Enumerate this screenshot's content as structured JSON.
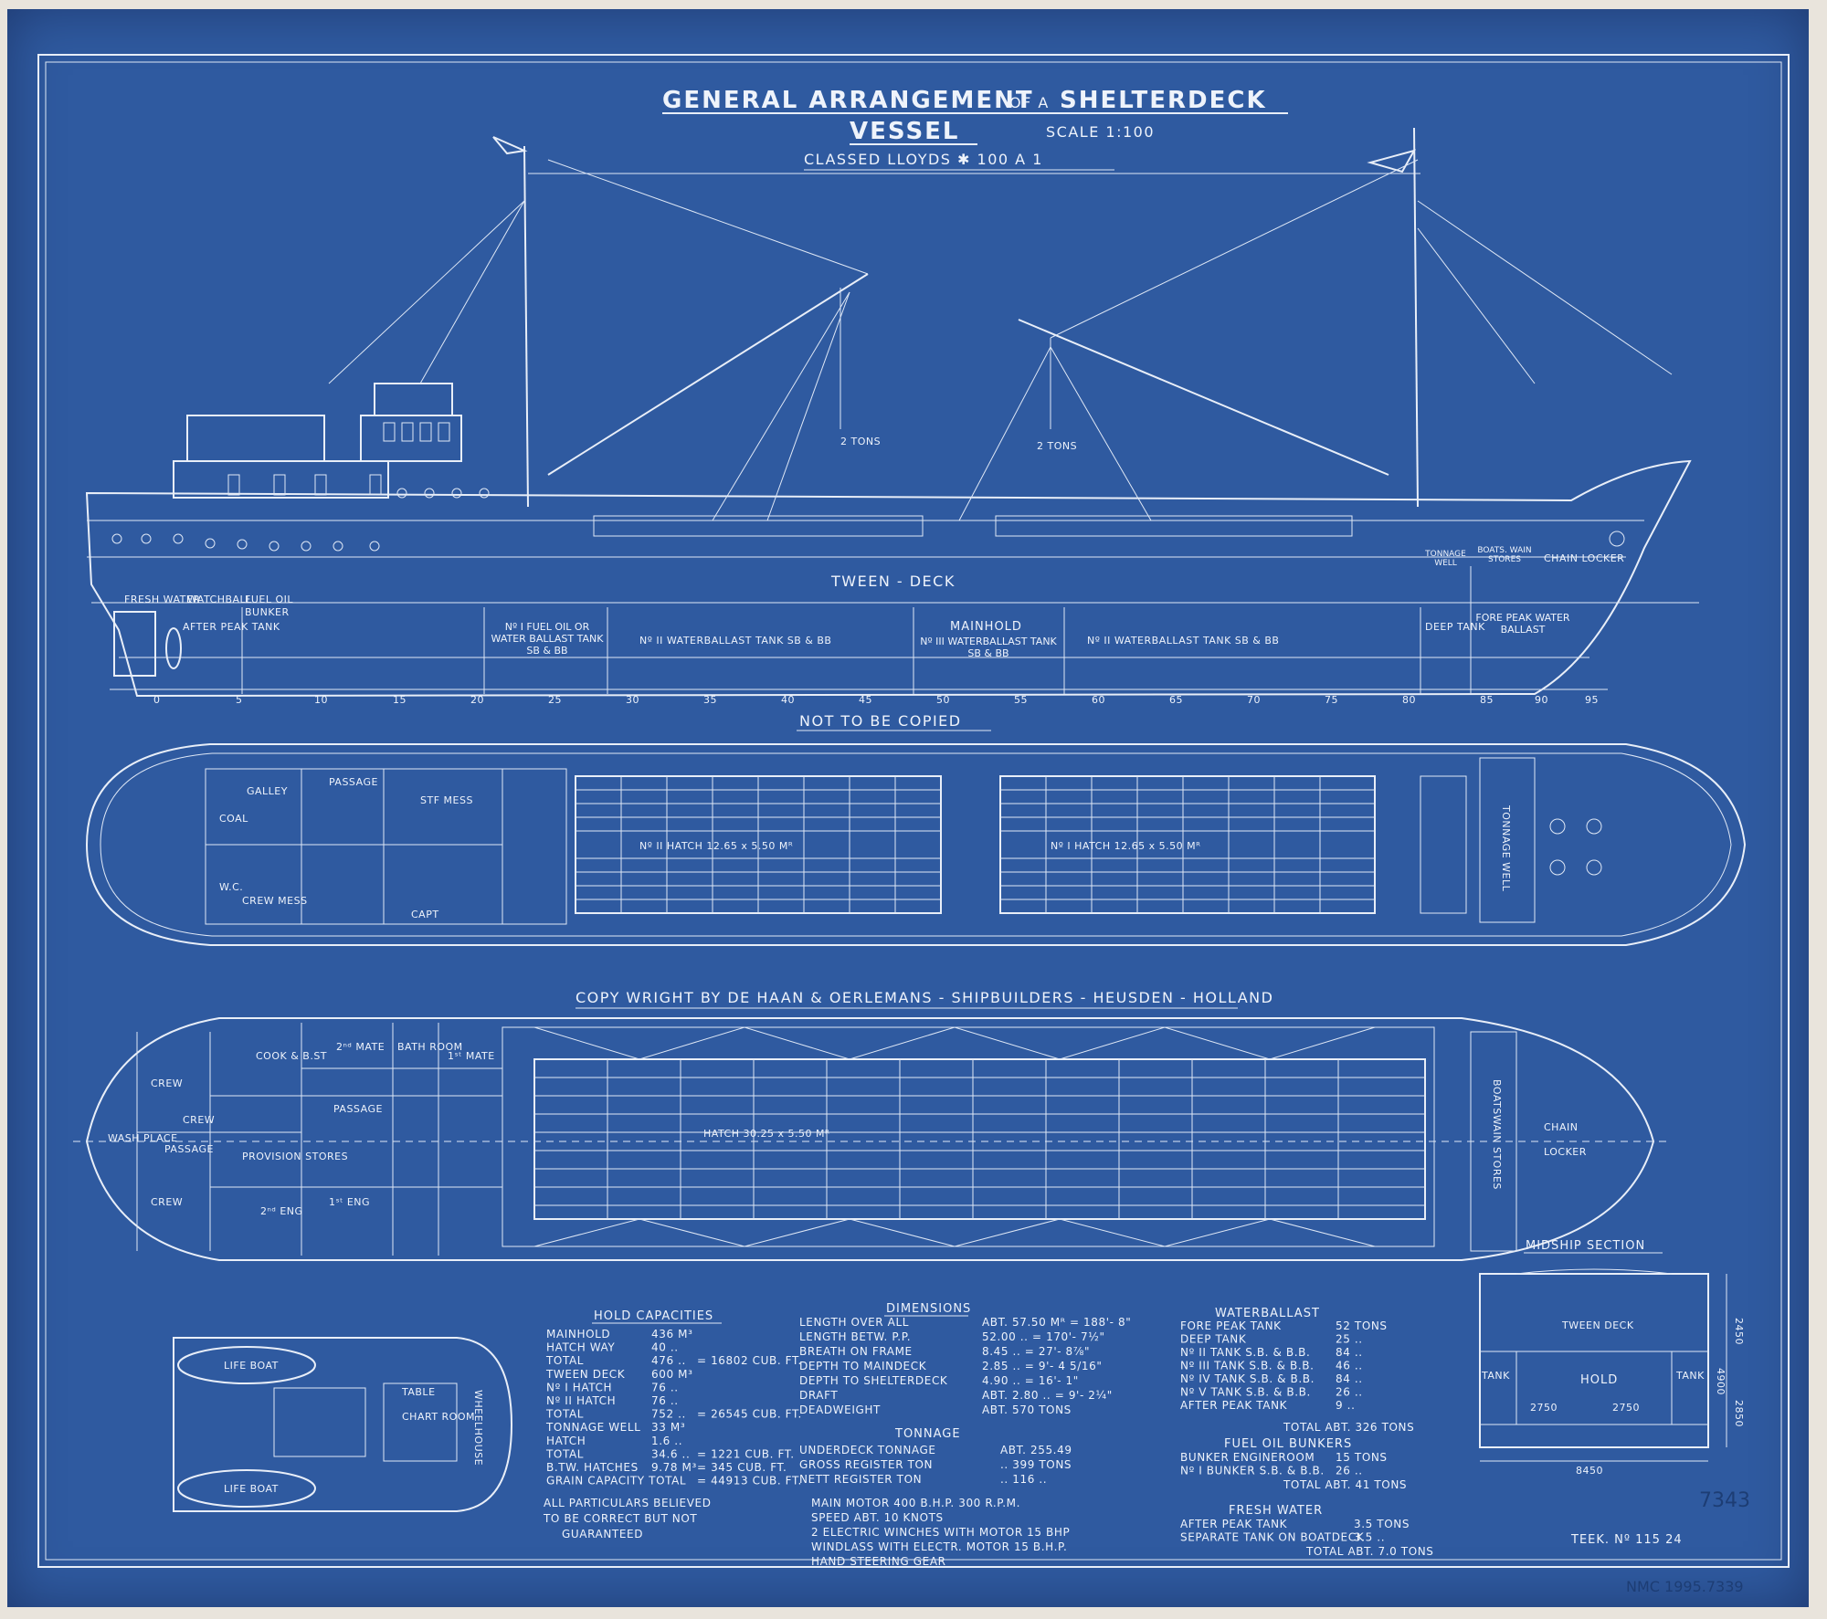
{
  "title": {
    "line1_a": "GENERAL ARRANGEMENT",
    "line1_of": "OF A",
    "line1_b": "SHELTERDECK",
    "line2": "VESSEL",
    "scale": "SCALE 1:100",
    "class": "CLASSED LLOYDS ✱ 100 A 1"
  },
  "notice": "NOT TO BE COPIED",
  "copyright": "COPY WRIGHT BY DE HAAN & OERLEMANS - SHIPBUILDERS - HEUSDEN - HOLLAND",
  "profile": {
    "tons_fwd": "2 TONS",
    "tons_aft": "2 TONS",
    "tween_deck": "TWEEN - DECK",
    "tanks": {
      "fresh_water": "FRESH WATER",
      "watchball": "WATCHBALL",
      "fuel_oil": "FUEL OIL",
      "bunker": "BUNKER",
      "after_peak": "AFTER PEAK TANK",
      "no1_fuel": "Nº I FUEL OIL OR WATER BALLAST TANK SB & BB",
      "no2_ballast": "Nº II WATERBALLAST TANK SB & BB",
      "mainhold": "MAINHOLD",
      "no3_ballast": "Nº III WATERBALLAST TANK SB & BB",
      "no4_ballast": "Nº II WATERBALLAST TANK SB & BB",
      "deep_tank": "DEEP TANK",
      "fore_peak": "FORE PEAK WATER BALLAST",
      "tonnage_well": "TONNAGE WELL",
      "boatswain": "BOATS. WAIN STORES",
      "chain_locker": "CHAIN LOCKER"
    },
    "frames": [
      "0",
      "5",
      "10",
      "15",
      "20",
      "25",
      "30",
      "35",
      "40",
      "45",
      "50",
      "55",
      "60",
      "65",
      "70",
      "75",
      "80",
      "85",
      "90",
      "95"
    ]
  },
  "plan_upper": {
    "hatch2": "Nº II HATCH 12.65 x 5.50 Mᴿ",
    "hatch1": "Nº I HATCH 12.65 x 5.50 Mᴿ",
    "rooms": {
      "coal": "COAL",
      "galley": "GALLEY",
      "passage": "PASSAGE",
      "wc": "W.C.",
      "crew_mess": "CREW MESS",
      "stf_mess": "STF MESS",
      "capt": "CAPT",
      "tonnage_well": "TONNAGE WELL"
    }
  },
  "plan_lower": {
    "hatch": "HATCH 30.25 x 5.50 Mᴿ",
    "rooms": {
      "crew1": "CREW",
      "crew2": "CREW",
      "crew3": "CREW",
      "wash": "WASH PLACE",
      "passage1": "PASSAGE",
      "passage2": "PASSAGE",
      "cook": "COOK & B.ST",
      "mate2": "2ⁿᵈ MATE",
      "bath": "BATH ROOM",
      "mate1": "1ˢᵗ MATE",
      "provision": "PROVISION STORES",
      "eng2": "2ⁿᵈ ENG",
      "eng1": "1ˢᵗ ENG",
      "boatswain": "BOATSWAIN STORES",
      "chain": "CHAIN",
      "locker": "LOCKER"
    }
  },
  "boat_deck": {
    "lifeboat1": "LIFE BOAT",
    "lifeboat2": "LIFE BOAT",
    "chart": "CHART ROOM",
    "wheel": "WHEELHOUSE",
    "table": "TABLE"
  },
  "hold_capacities": {
    "heading": "HOLD CAPACITIES",
    "rows": [
      [
        "MAINHOLD",
        "436 M³",
        ""
      ],
      [
        "HATCH WAY",
        "40 ..",
        ""
      ],
      [
        "TOTAL",
        "476 ..",
        "= 16802 CUB. FT."
      ],
      [
        "TWEEN DECK",
        "600 M³",
        ""
      ],
      [
        "Nº I HATCH",
        "76 ..",
        ""
      ],
      [
        "Nº II HATCH",
        "76 ..",
        ""
      ],
      [
        "TOTAL",
        "752 ..",
        "= 26545 CUB. FT."
      ],
      [
        "TONNAGE WELL",
        "33 M³",
        ""
      ],
      [
        "HATCH",
        "1.6 ..",
        ""
      ],
      [
        "TOTAL",
        "34.6 ..",
        "= 1221 CUB. FT."
      ],
      [
        "B.TW. HATCHES",
        "9.78 M³",
        "= 345 CUB. FT."
      ],
      [
        "GRAIN CAPACITY TOTAL",
        "",
        "= 44913 CUB. FT."
      ]
    ],
    "note1": "ALL PARTICULARS BELIEVED",
    "note2": "TO BE CORRECT BUT NOT",
    "note3": "GUARANTEED"
  },
  "dimensions": {
    "heading": "DIMENSIONS",
    "rows": [
      [
        "LENGTH OVER ALL",
        "ABT. 57.50 Mᴿ = 188'- 8\""
      ],
      [
        "LENGTH BETW. P.P.",
        "52.00 .. = 170'- 7½\""
      ],
      [
        "BREATH ON FRAME",
        "8.45 .. = 27'- 8⅞\""
      ],
      [
        "DEPTH TO MAINDECK",
        "2.85 .. = 9'- 4 5/16\""
      ],
      [
        "DEPTH TO SHELTERDECK",
        "4.90 .. = 16'- 1\""
      ],
      [
        "DRAFT",
        "ABT. 2.80 .. = 9'- 2¼\""
      ],
      [
        "DEADWEIGHT",
        "ABT. 570 TONS"
      ]
    ]
  },
  "tonnage": {
    "heading": "TONNAGE",
    "rows": [
      [
        "UNDERDECK TONNAGE",
        "ABT. 255.49"
      ],
      [
        "GROSS REGISTER TON",
        "..    399 TONS"
      ],
      [
        "NETT REGISTER TON",
        "..    116 .."
      ]
    ]
  },
  "machinery": [
    "MAIN MOTOR 400 B.H.P. 300 R.P.M.",
    "SPEED ABT. 10 KNOTS",
    "2 ELECTRIC WINCHES WITH MOTOR 15 BHP",
    "WINDLASS WITH ELECTR. MOTOR 15 B.H.P.",
    "HAND STEERING GEAR"
  ],
  "water_ballast": {
    "heading": "WATERBALLAST",
    "rows": [
      [
        "FORE PEAK TANK",
        "52 TONS"
      ],
      [
        "DEEP TANK",
        "25 .."
      ],
      [
        "Nº II TANK S.B. & B.B.",
        "84 .."
      ],
      [
        "Nº III TANK S.B. & B.B.",
        "46 .."
      ],
      [
        "Nº IV TANK S.B. & B.B.",
        "84 .."
      ],
      [
        "Nº V TANK S.B. & B.B.",
        "26 .."
      ],
      [
        "AFTER PEAK TANK",
        "9 .."
      ]
    ],
    "total": "TOTAL ABT. 326 TONS"
  },
  "fuel_oil": {
    "heading": "FUEL OIL BUNKERS",
    "rows": [
      [
        "BUNKER ENGINEROOM",
        "15 TONS"
      ],
      [
        "Nº I BUNKER S.B. & B.B.",
        "26 .."
      ]
    ],
    "total": "TOTAL ABT. 41 TONS"
  },
  "fresh_water": {
    "heading": "FRESH WATER",
    "rows": [
      [
        "AFTER PEAK TANK",
        "3.5 TONS"
      ],
      [
        "SEPARATE TANK ON BOATDECK",
        "3.5 .."
      ]
    ],
    "total": "TOTAL ABT. 7.0 TONS"
  },
  "midship": {
    "heading": "MIDSHIP SECTION",
    "tween": "TWEEN DECK",
    "hold": "HOLD",
    "tank_l": "TANK",
    "tank_r": "TANK",
    "dim_l": "2750",
    "dim_r": "2750",
    "width": "8450",
    "h1": "2450",
    "h2": "4900",
    "h3": "2850"
  },
  "drawing_no": "TEEK. Nº 115 24",
  "stamp_no": "7343",
  "archive_ref": "NMC 1995.7339"
}
